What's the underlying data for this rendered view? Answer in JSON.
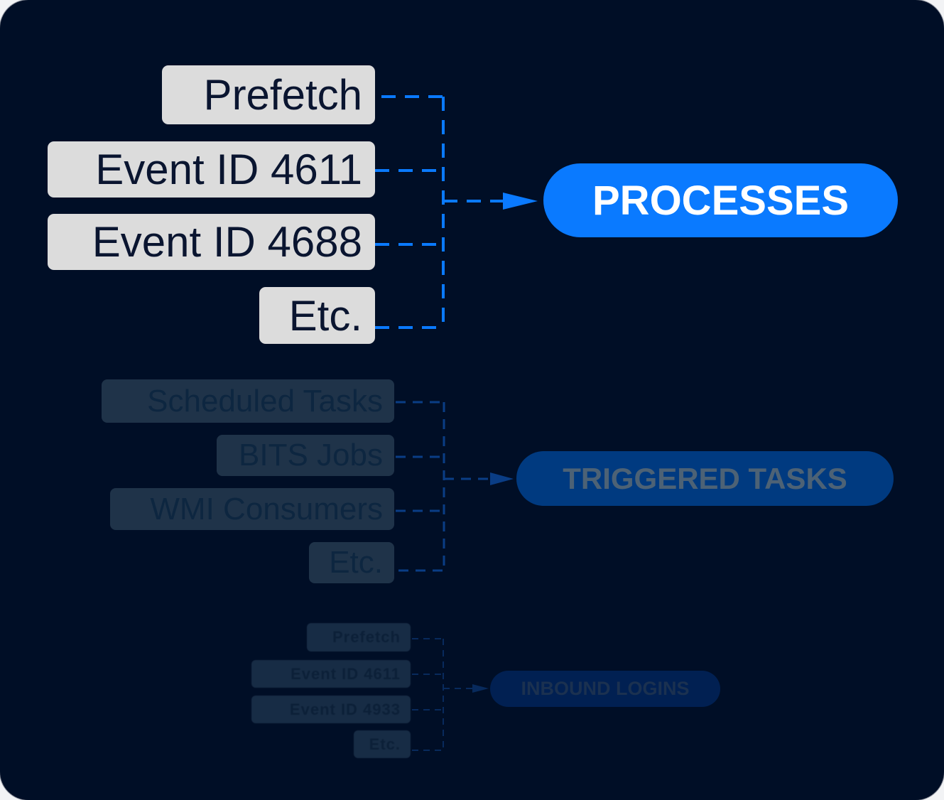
{
  "colors": {
    "panel_bg": "#000e26",
    "group1_line": "#0a7aff",
    "group2_line": "#0a3d85",
    "group3_line": "#082a5c"
  },
  "groups": [
    {
      "target": "PROCESSES",
      "sources": [
        "Prefetch",
        "Event ID 4611",
        "Event ID 4688",
        "Etc."
      ]
    },
    {
      "target": "TRIGGERED TASKS",
      "sources": [
        "Scheduled Tasks",
        "BITS Jobs",
        "WMI Consumers",
        "Etc."
      ]
    },
    {
      "target": "INBOUND LOGINS",
      "sources": [
        "Prefetch",
        "Event ID 4611",
        "Event ID 4933",
        "Etc."
      ]
    }
  ]
}
